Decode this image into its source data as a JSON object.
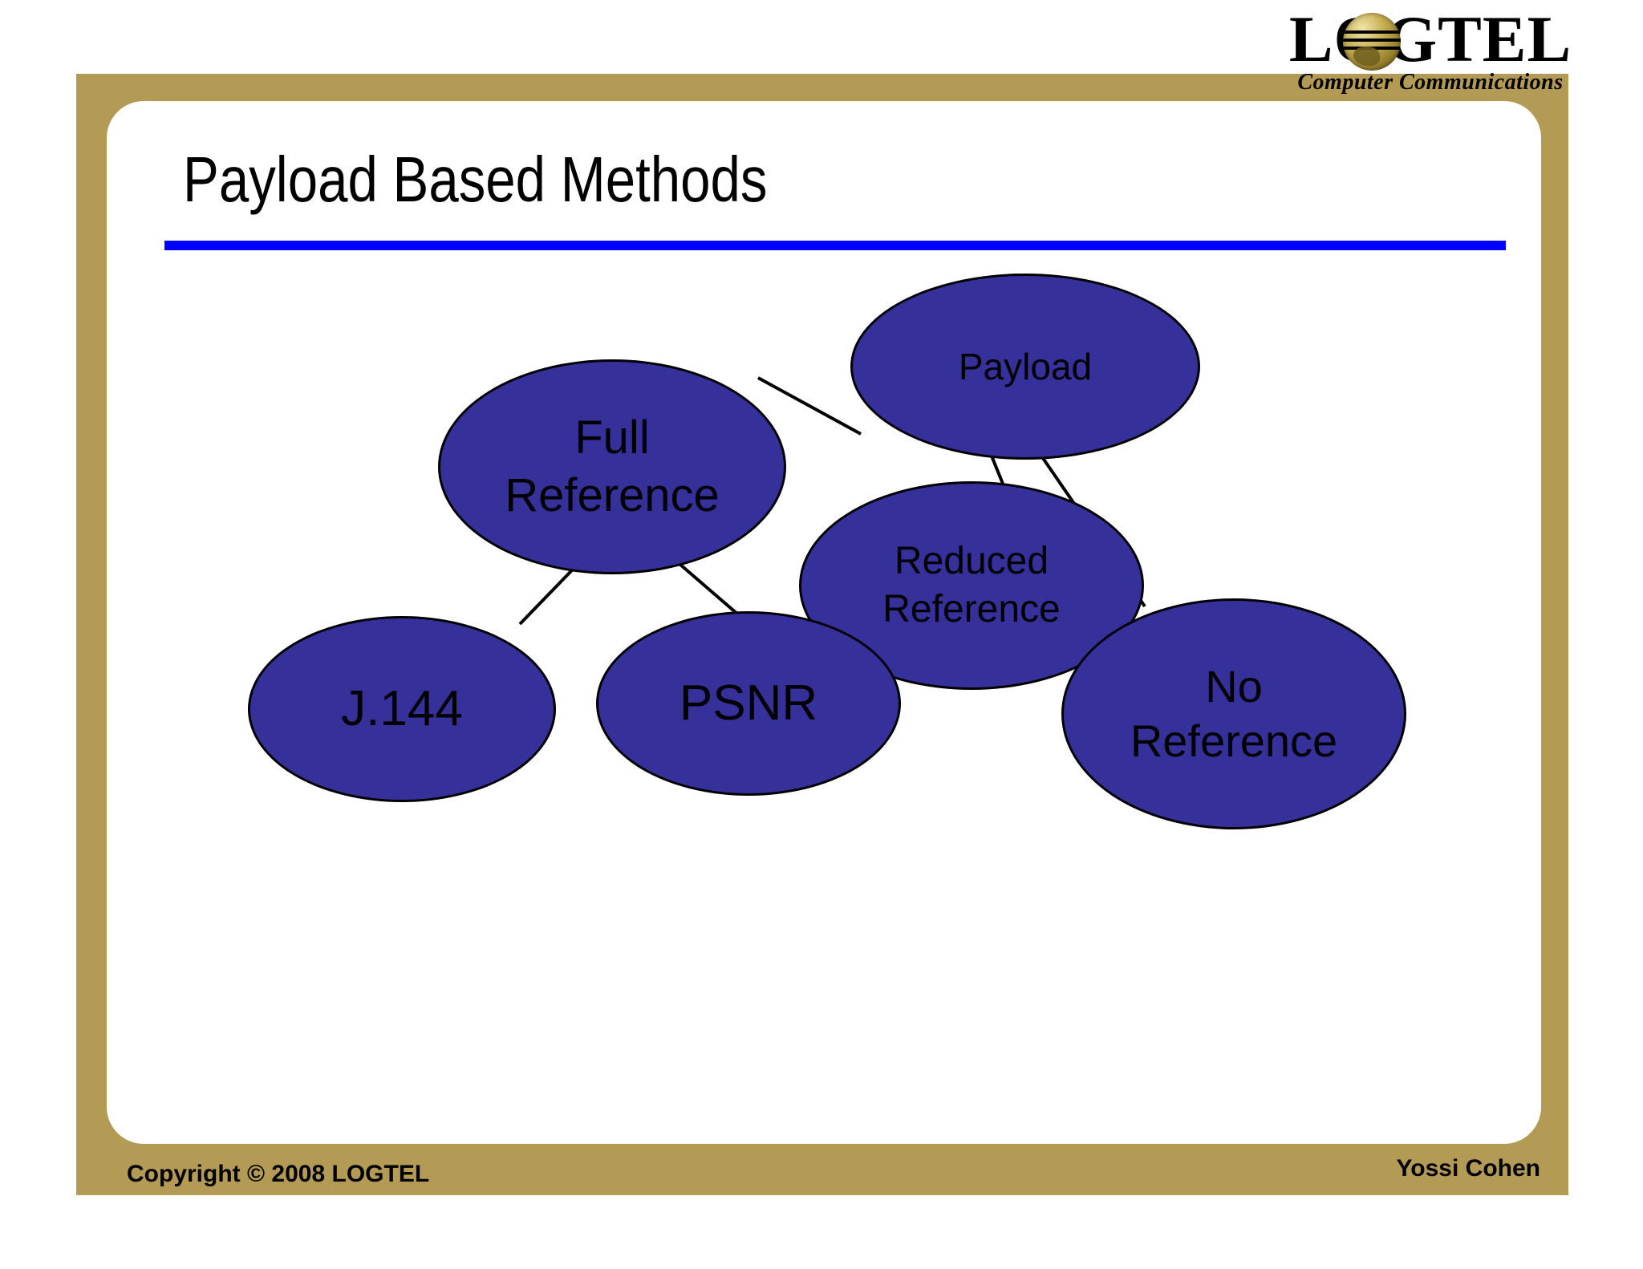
{
  "slide": {
    "title": "Payload Based Methods",
    "brand": {
      "wordmark_before": "L",
      "wordmark_globe_letter": "O",
      "wordmark_after": "GTEL",
      "tagline": "Computer Communications"
    },
    "footer": {
      "copyright": "Copyright © 2008 LOGTEL",
      "author": "Yossi Cohen"
    },
    "colors": {
      "frame_gold": "#b39a55",
      "card_white": "#ffffff",
      "rule_blue": "#0000ff",
      "node_fill": "#36309a",
      "node_stroke": "#000000",
      "text_black": "#000000"
    }
  },
  "diagram": {
    "type": "tree",
    "nodes": [
      {
        "id": "payload",
        "label": "Payload"
      },
      {
        "id": "full",
        "label": "Full\nReference"
      },
      {
        "id": "reduced",
        "label": "Reduced\nReference"
      },
      {
        "id": "j144",
        "label": "J.144"
      },
      {
        "id": "psnr",
        "label": "PSNR"
      },
      {
        "id": "no",
        "label": "No\nReference"
      }
    ],
    "edges": [
      {
        "from": "payload",
        "to": "full"
      },
      {
        "from": "payload",
        "to": "reduced"
      },
      {
        "from": "payload",
        "to": "no"
      },
      {
        "from": "full",
        "to": "j144"
      },
      {
        "from": "full",
        "to": "psnr"
      }
    ]
  }
}
